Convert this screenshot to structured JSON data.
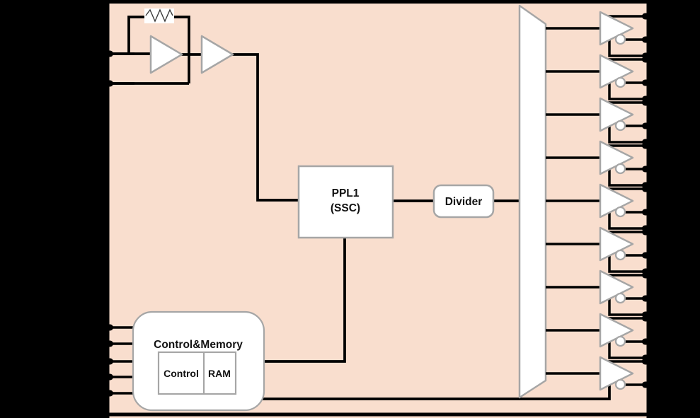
{
  "diagram": {
    "description": "Clock generator chip block diagram",
    "blocks": {
      "pll": {
        "line1": "PPL1",
        "line2": "(SSC)"
      },
      "divider": {
        "label": "Divider"
      },
      "control_memory": {
        "title": "Control&Memory",
        "control": "Control",
        "ram": "RAM"
      }
    },
    "counts": {
      "output_buffers": 9,
      "osc_input_pins": 2,
      "left_control_pins": 5,
      "right_output_pins": 26
    },
    "icons": {
      "resistor": "xtal-feedback-resistor-icon",
      "amplifier": "amplifier-triangle-icon",
      "mux": "mux-trapezoid",
      "output_buffer": "output-buffer-triangle-icon",
      "inversion_bubble": "inversion-bubble-icon"
    },
    "colors": {
      "background": "#000000",
      "chip_fill": "#F9DECE",
      "block_fill": "#FFFFFF",
      "block_stroke": "#A6A6A6",
      "wire": "#000000"
    }
  }
}
